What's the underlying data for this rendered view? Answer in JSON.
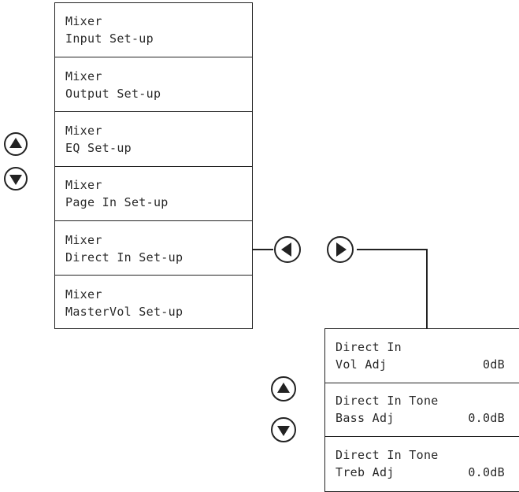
{
  "left_menu": {
    "items": [
      {
        "line1": "Mixer",
        "line2": "Input Set-up"
      },
      {
        "line1": "Mixer",
        "line2": "Output Set-up"
      },
      {
        "line1": "Mixer",
        "line2": "EQ Set-up"
      },
      {
        "line1": "Mixer",
        "line2": "Page In Set-up"
      },
      {
        "line1": "Mixer",
        "line2": "Direct In Set-up"
      },
      {
        "line1": "Mixer",
        "line2": "MasterVol Set-up"
      }
    ]
  },
  "right_menu": {
    "items": [
      {
        "line1": "Direct In",
        "label": "Vol Adj",
        "value": "0dB"
      },
      {
        "line1": "Direct In Tone",
        "label": "Bass Adj",
        "value": "0.0dB"
      },
      {
        "line1": "Direct In Tone",
        "label": "Treb Adj",
        "value": "0.0dB"
      }
    ]
  },
  "buttons": {
    "left_up": "up-arrow-icon",
    "left_down": "down-arrow-icon",
    "nav_left": "left-arrow-icon",
    "nav_right": "right-arrow-icon",
    "right_up": "up-arrow-icon",
    "right_down": "down-arrow-icon"
  }
}
